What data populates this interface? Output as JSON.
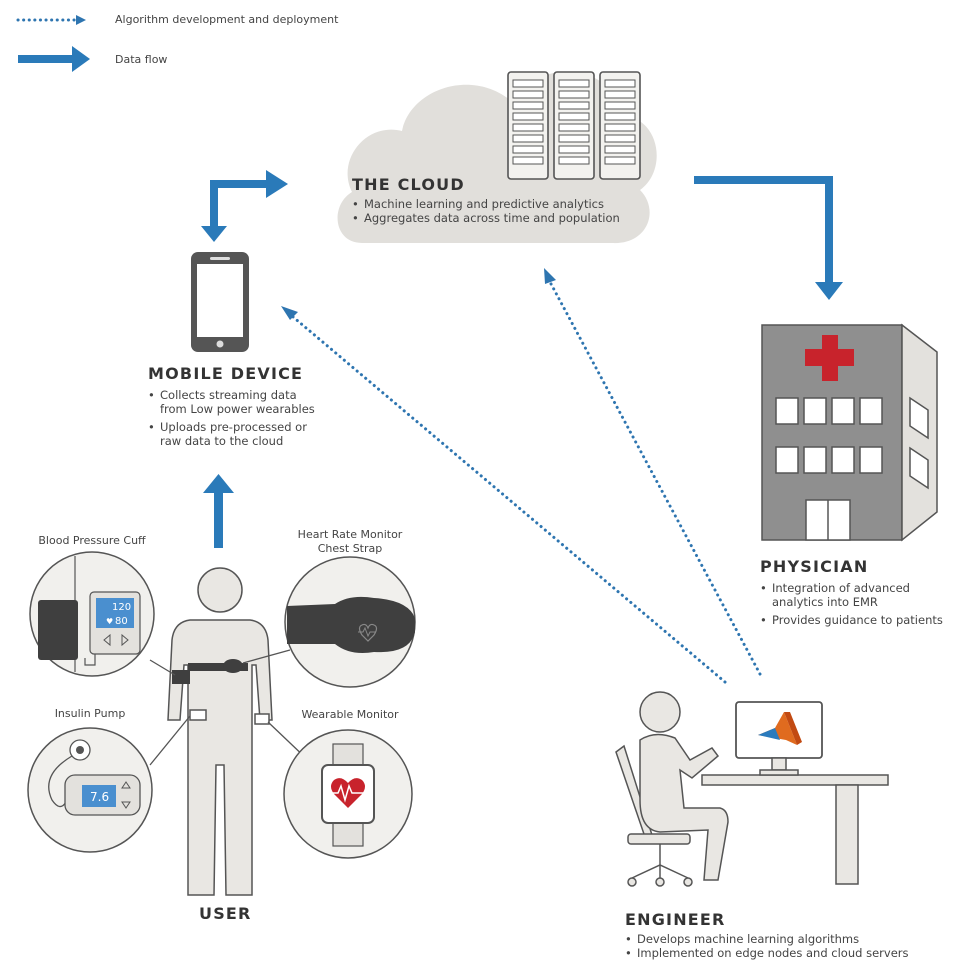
{
  "legend": {
    "items": [
      {
        "label": "Algorithm development and deployment",
        "style": "dotted"
      },
      {
        "label": "Data flow",
        "style": "solid"
      }
    ]
  },
  "colors": {
    "arrow_blue": "#2a7ab9",
    "dot_blue": "#2e75b0",
    "figure_fill": "#e9e7e3",
    "outline": "#555555",
    "dark_gray": "#3f3f3f",
    "screen_blue": "#4a8fcf",
    "hospital_red": "#c8232c",
    "cloud": "#e1dfdb"
  },
  "cloud": {
    "title": "THE CLOUD",
    "bullets": [
      "Machine learning and predictive analytics",
      "Aggregates data across time and population"
    ]
  },
  "mobile": {
    "title": "MOBILE DEVICE",
    "bullets": [
      "Collects streaming data\nfrom Low power wearables",
      "Uploads pre-processed or\nraw data to the cloud"
    ]
  },
  "physician": {
    "title": "PHYSICIAN",
    "bullets": [
      "Integration of advanced\nanalytics into EMR",
      "Provides guidance to patients"
    ]
  },
  "engineer": {
    "title": "ENGINEER",
    "bullets": [
      "Develops machine learning algorithms",
      "Implemented on edge nodes and cloud servers"
    ]
  },
  "user": {
    "title": "USER"
  },
  "devices": {
    "bp_cuff": {
      "label": "Blood Pressure Cuff",
      "systolic": "120",
      "diastolic": "80"
    },
    "hr_strap": {
      "label": "Heart Rate Monitor\nChest Strap"
    },
    "insulin_pump": {
      "label": "Insulin Pump",
      "reading": "7.6"
    },
    "wearable": {
      "label": "Wearable Monitor"
    }
  }
}
